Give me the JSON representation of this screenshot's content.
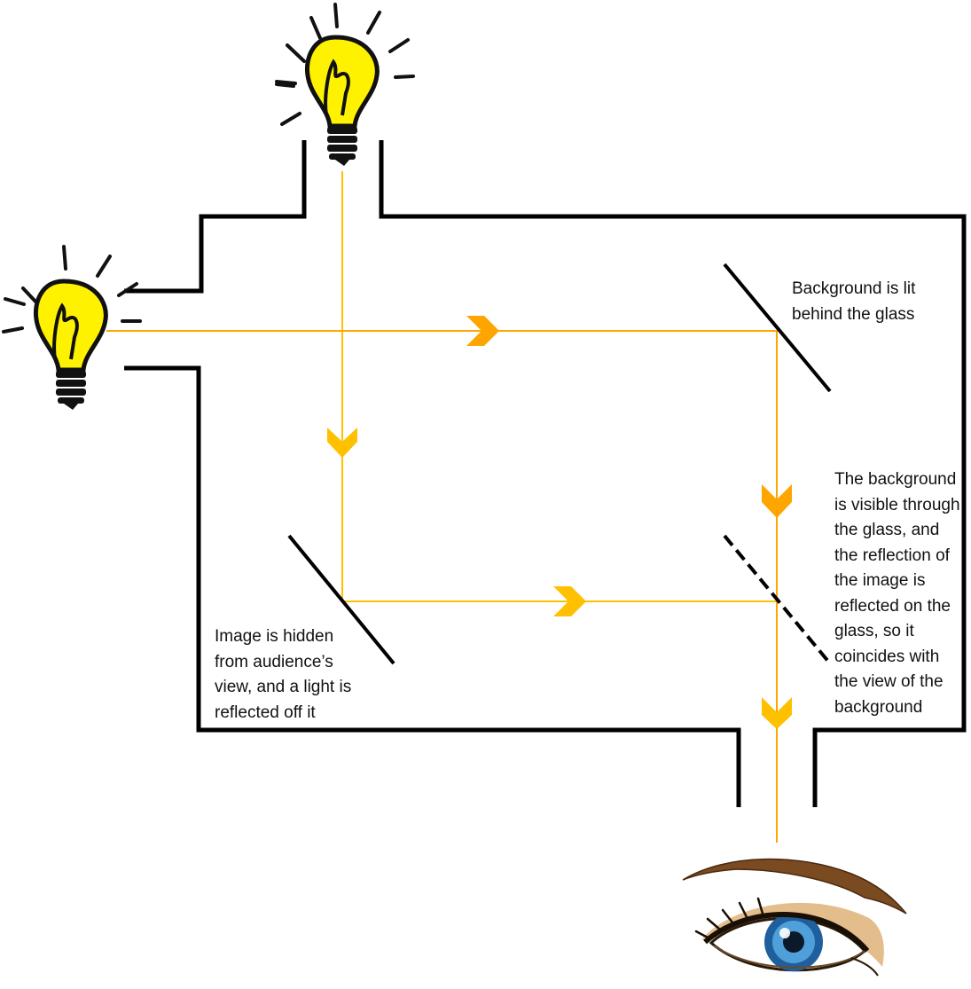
{
  "labels": {
    "background_lit": [
      "Background is lit",
      "behind the glass"
    ],
    "image_hidden": [
      "Image is hidden",
      "from audience’s",
      "view, and a light is",
      "reflected off it"
    ],
    "background_visible": [
      "The background",
      "is visible through",
      "the glass, and",
      "the reflection of",
      "the image is",
      "reflected on the",
      "glass, so it",
      "coincides with",
      "the view of the",
      "background"
    ]
  },
  "icons": {
    "top_light": "light-bulb-icon",
    "side_light": "light-bulb-icon",
    "viewer": "eye-icon"
  },
  "colors": {
    "box_outline": "#000000",
    "image_light_ray": "#FFC000",
    "background_light_ray": "#FFA500",
    "bulb_glass": "#FFF200",
    "eye_iris": "#1F5F9E",
    "eyebrow": "#7A4A20"
  }
}
